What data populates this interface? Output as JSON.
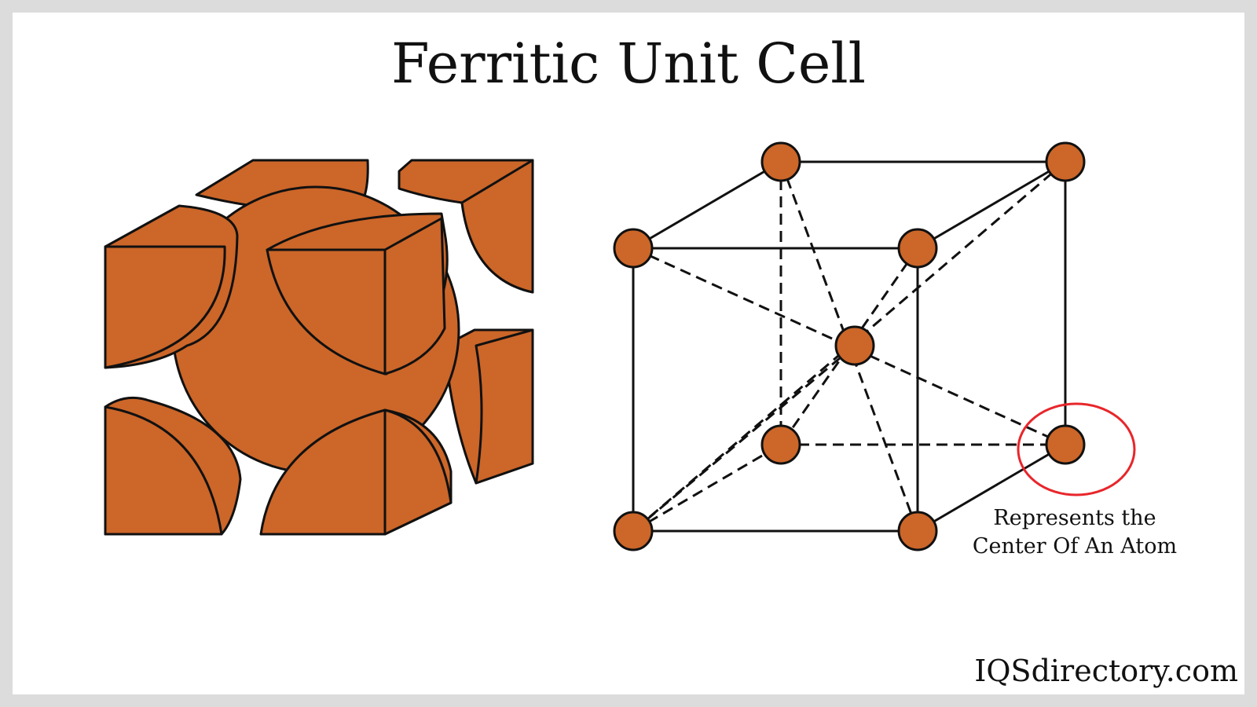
{
  "title": "Ferritic Unit Cell",
  "annotation": {
    "line1": "Represents the",
    "line2": "Center Of An Atom"
  },
  "brand": "IQSdirectory.com",
  "colors": {
    "atom_fill": "#cc6629",
    "outline": "#111111",
    "highlight": "#e8262b",
    "background": "#ffffff",
    "border": "#dcdcdc"
  }
}
